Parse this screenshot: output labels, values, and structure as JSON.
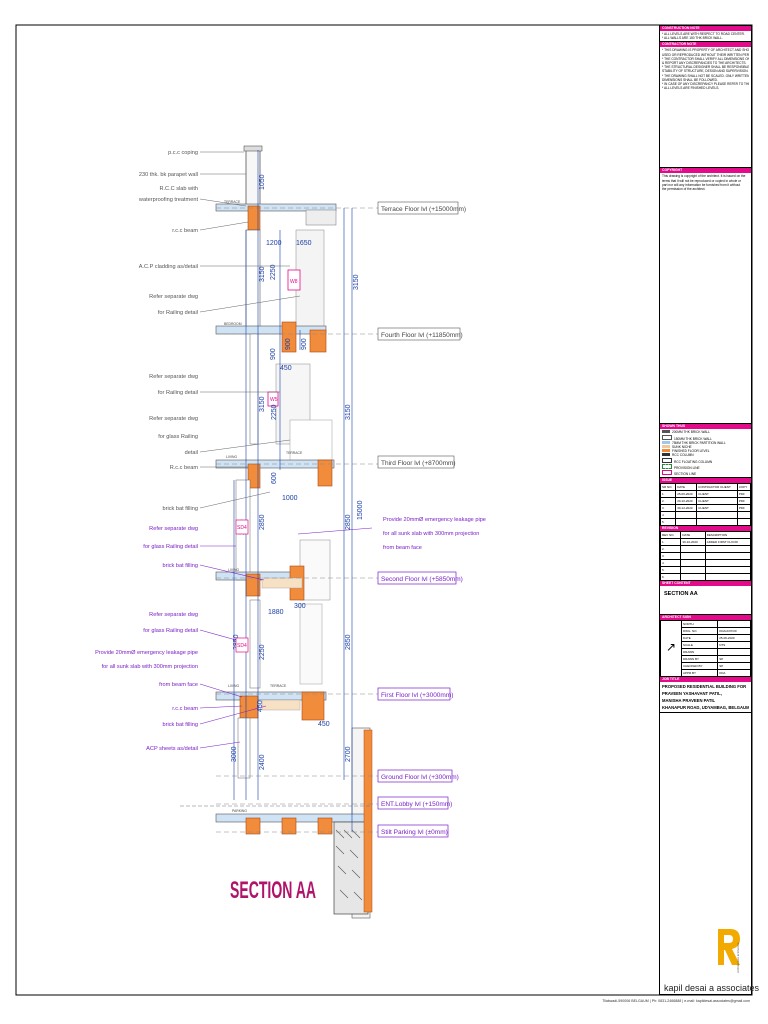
{
  "drawing": {
    "title": "SECTION AA",
    "level_labels": [
      "Terrace Floor lvl (+15000mm)",
      "Fourth Floor lvl (+11850mm)",
      "Third Floor lvl (+8700mm)",
      "Second Floor lvl (+5850mm)",
      "First Floor lvl (+3000mm)",
      "Ground Floor lvl (+300mm)",
      "ENT.Lobby lvl (+150mm)",
      "Stilt Parking lvl (±0mm)"
    ],
    "left_annotations": [
      "p.c.c coping",
      "230 thk. bk parapet wall",
      "R.C.C slab with",
      "waterproofing treatment",
      "r.c.c beam",
      "A.C.P cladding as/detail",
      "Refer separate dwg",
      "for Railing detail",
      "Refer separate dwg",
      "for Railing detail",
      "Refer separate dwg",
      "for glass Railing",
      "detail",
      "R.c.c beam",
      "brick bat filling"
    ],
    "purple_annotations": [
      "Refer separate dwg",
      "for glass Railing detail",
      "brick bat filling",
      "Refer separate dwg",
      "for glass Railing detail",
      "Provide 20mmØ emergency leakage pipe",
      "for all sunk slab with 300mm projection",
      "from beam face",
      "r.c.c beam",
      "brick bat filling",
      "ACP sheets as/detail"
    ],
    "right_note": [
      "Provide 20mmØ emergency leakage pipe",
      "for all sunk slab with 300mm projection",
      "from beam face"
    ],
    "room_tags": [
      "TERRACE",
      "BEDROOM",
      "TERRACE",
      "LIVING",
      "LIVING",
      "LIVING",
      "TERRACE",
      "PARKING"
    ],
    "window_tags": [
      "W8",
      "W5",
      "SD4",
      "SD4"
    ],
    "dims_left": [
      "1050",
      "3150",
      "3150",
      "2850",
      "2850",
      "3000"
    ],
    "dims_inner": [
      "2250",
      "900",
      "2250",
      "600",
      "2850",
      "2250",
      "2400"
    ],
    "dims_right": [
      "3150",
      "3150",
      "2850",
      "15000",
      "2850",
      "2700"
    ],
    "dims_horizontal": [
      "1200",
      "1650",
      "1000",
      "1880",
      "450"
    ],
    "dims_small": [
      "900",
      "900",
      "450",
      "450",
      "300"
    ]
  },
  "title_block": {
    "construction_note_head": "CONSTRUCTION NOTE",
    "construction_notes": [
      "* ALL LEVELS ARE WITH RESPECT TO ROAD CENTER.",
      "* ALL WALLS ARE 150 THK BRICK WALL."
    ],
    "contractor_note_head": "CONTRACTOR NOTE",
    "contractor_notes": [
      "* THIS DRAWING IS PROPERTY OF ARCHITECT AND SHOULD NOT BE",
      "  USED OR REPRODUCED WITHOUT THEIR WRITTEN PERMISSION.",
      "* THE CONTRACTOR SHALL VERIFY ALL DIMENSIONS ON THE SITE",
      "  & REPORT ANY DISCREPANCIES TO THE ARCHITECTS.",
      "* THE STRUCTURAL DESIGNER SHALL BE RESPONSIBLE FOR THE",
      "  STABILITY OF STRUCTURE, DESIGN AND SUPERVISION.",
      "* THE DRAWING SHALL NOT BE SCALED. ONLY WRITTEN",
      "  DIMENSIONS SHALL BE FOLLOWED.",
      "* IN CASE OF ANY DISCREPANCY PLEASE REFER TO THE ARCHITECTS.",
      "* ALL LEVELS ARE FINISHED LEVELS."
    ],
    "copyright_head": "COPYRIGHT",
    "copyright_lines": [
      "This drawing is copyright of the architect. It is issued on the",
      "terms that it will not be reproduced or copied in whole or",
      "part nor will any information be furnished from it without",
      "the permission of the architect."
    ],
    "legend_head": "SHOWN THUS",
    "legend_items": [
      "200MM THK BRICK WALL",
      "150MM THK BRICK WALL",
      "75MM THK BRICK PARTITION WALL",
      "SUNK NICHE",
      "FINISHED FLOOR LEVEL",
      "RCC COLUMN",
      "RCC FLOATING COLUMN",
      "PROVISION LINE",
      "SECTION LINE"
    ],
    "issue_head": "ISSUE",
    "issue_columns": [
      "SR NO.",
      "DATE",
      "CONTRACTOR CLIENT",
      "COPY"
    ],
    "issue_rows": [
      [
        "1.",
        "25-06-2020",
        "CLIENT",
        "PDF"
      ],
      [
        "2.",
        "20-10-2020",
        "CLIENT",
        "PDF"
      ],
      [
        "3.",
        "30-12-2020",
        "CLIENT",
        "PDF"
      ],
      [
        "4.",
        "",
        "",
        ""
      ],
      [
        "5.",
        "",
        "",
        ""
      ]
    ],
    "revision_head": "REVISION",
    "revision_columns": [
      "REV NO.",
      "DATE",
      "DESCRIPTION"
    ],
    "revision_rows": [
      [
        "1.",
        "30-10-2020",
        "ADDED FIRST FLOOR"
      ],
      [
        "2.",
        "",
        ""
      ],
      [
        "3.",
        "",
        ""
      ],
      [
        "4.",
        "",
        ""
      ],
      [
        "5.",
        "",
        ""
      ],
      [
        "6.",
        "",
        ""
      ]
    ],
    "sheet_content_head": "SHEET CONTENT",
    "sheet_content": "SECTION AA",
    "architect_head": "ARCHITECT SIGN",
    "sign_fields": [
      "NORTH",
      "DWG. NO.",
      "DATE",
      "SCALE",
      "DRAWN",
      "DRAWN BY",
      "CHECKED BY",
      "APPR.BY"
    ],
    "sign_values": [
      "",
      "KDA/A/07/20",
      "25-06-2020",
      "NTS",
      "",
      "SP",
      "SP",
      "KDA"
    ],
    "job_head": "JOB TITLE",
    "project_lines": [
      "PROPOSED RESIDENTIAL BUILDING FOR",
      "PRAVEEN YASHAVANT PATIL,",
      "MANISHA PRAVEEN PATIL",
      "KHANAPUR ROAD, UDYAMBAG, BELGAUM"
    ],
    "firm": "kapil desai a associates",
    "logo_letter": "R",
    "logo_tagline": "Architecture & Interiors"
  },
  "footnote": "Tilakwadi-590006 BELGAUM | Ph: 0831-2466888 | e-mail: kapildesai.associates@gmail.com",
  "colors": {
    "magenta": "#e30a8c",
    "purple": "#7a20c8",
    "wall_orange": "#f08c3c",
    "slab_blue": "#9fc8ec",
    "line_gray": "#555555",
    "dim_blue": "#1a3fa8"
  }
}
